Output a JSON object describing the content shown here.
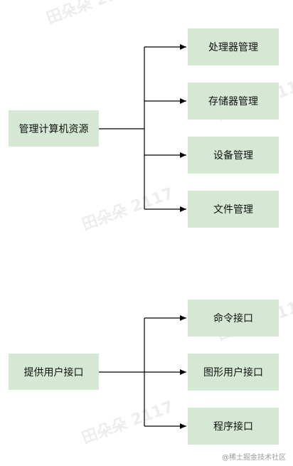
{
  "watermark": "田朵朵 2117",
  "credit": "@稀土掘金技术社区",
  "diagrams": [
    {
      "root": "管理计算机资源",
      "children": [
        "处理器管理",
        "存储器管理",
        "设备管理",
        "文件管理"
      ]
    },
    {
      "root": "提供用户接口",
      "children": [
        "命令接口",
        "图形用户接口",
        "程序接口"
      ]
    }
  ],
  "colors": {
    "node_fill": "#d5e8d4",
    "line": "#000000",
    "text": "#111111"
  }
}
